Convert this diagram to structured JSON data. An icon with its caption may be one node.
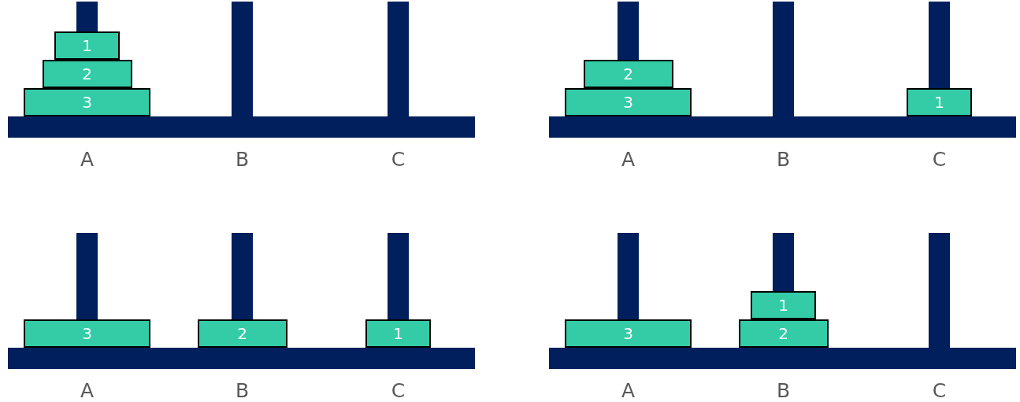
{
  "diagram": {
    "nodes": [
      {
        "text": [
          "1"
        ]
      },
      {
        "text": [
          "2"
        ]
      },
      {
        "text": [
          "3"
        ]
      },
      {
        "text": [
          "2"
        ]
      },
      {
        "text": [
          "3"
        ]
      },
      {
        "text": [
          "1"
        ]
      },
      {
        "text": [
          "3"
        ]
      },
      {
        "text": [
          "2"
        ]
      },
      {
        "text": [
          "1"
        ]
      },
      {
        "text": [
          "3"
        ]
      },
      {
        "text": [
          "1"
        ]
      },
      {
        "text": [
          "2"
        ]
      }
    ],
    "labels": [
      "A",
      "B",
      "C",
      "A",
      "B",
      "C",
      "A",
      "B",
      "C",
      "A",
      "B",
      "C"
    ]
  }
}
